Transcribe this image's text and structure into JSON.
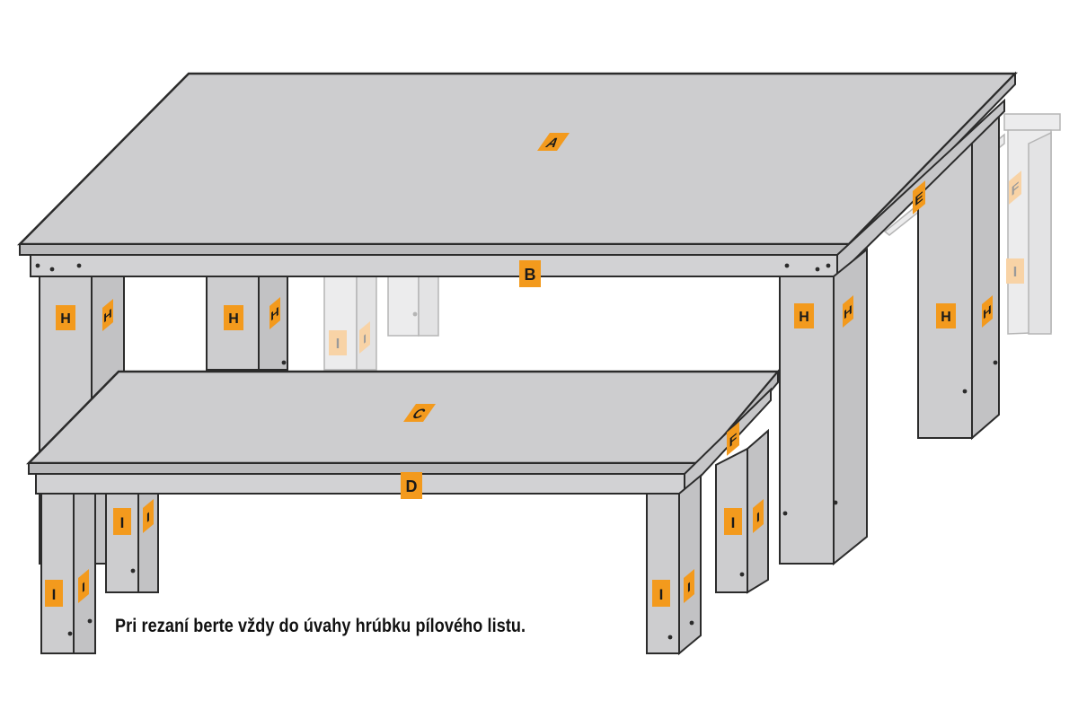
{
  "diagram": {
    "note": "Pri rezaní berte vždy do úvahy hrúbku pílového listu.",
    "colors": {
      "panel": "#cdcdcf",
      "panel_dark": "#b9b9bb",
      "edge": "#2b2b2b",
      "ghost_panel": "#ececed",
      "ghost_edge": "#b5b5b5",
      "tag": "#f39a1d",
      "tag_ghost": "#f8d3a6",
      "tag_text": "#1a1a1a"
    },
    "labels": {
      "A": "A",
      "B": "B",
      "C": "C",
      "D": "D",
      "E": "E",
      "F": "F",
      "H": "H",
      "I": "I"
    }
  }
}
